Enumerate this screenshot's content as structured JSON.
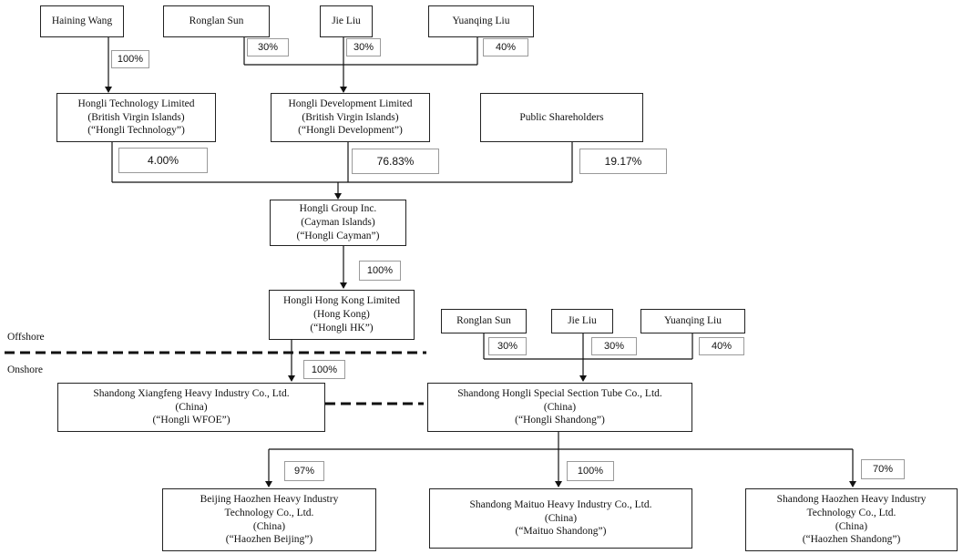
{
  "entities": {
    "haining_wang": "Haining Wang",
    "ronglan_sun_top": "Ronglan Sun",
    "jie_liu_top": "Jie Liu",
    "yuanqing_liu_top": "Yuanqing Liu",
    "hongli_technology": "Hongli Technology Limited\n(British Virgin Islands)\n(“Hongli Technology”)",
    "hongli_development": "Hongli Development Limited\n(British Virgin Islands)\n(“Hongli Development”)",
    "public_shareholders": "Public Shareholders",
    "hongli_cayman": "Hongli Group Inc.\n(Cayman Islands)\n(“Hongli Cayman”)",
    "hongli_hk": "Hongli Hong Kong Limited\n(Hong Kong)\n(“Hongli HK”)",
    "ronglan_sun_mid": "Ronglan Sun",
    "jie_liu_mid": "Jie Liu",
    "yuanqing_liu_mid": "Yuanqing Liu",
    "hongli_wfoe": "Shandong Xiangfeng Heavy Industry Co., Ltd.\n(China)\n(“Hongli WFOE”)",
    "hongli_shandong": "Shandong Hongli Special Section Tube Co., Ltd.\n(China)\n(“Hongli Shandong”)",
    "haozhen_beijing": "Beijing Haozhen Heavy Industry\nTechnology Co., Ltd.\n(China)\n(“Haozhen Beijing”)",
    "maituo_shandong": "Shandong Maituo Heavy Industry Co., Ltd.\n(China)\n(“Maituo Shandong”)",
    "haozhen_shandong": "Shandong Haozhen Heavy Industry\nTechnology Co., Ltd.\n(China)\n(“Haozhen Shandong”)"
  },
  "percentages": {
    "haining_to_technology": "100%",
    "ronglan_to_development": "30%",
    "jie_to_development": "30%",
    "yuanqing_to_development": "40%",
    "technology_to_cayman": "4.00%",
    "development_to_cayman": "76.83%",
    "public_to_cayman": "19.17%",
    "cayman_to_hk": "100%",
    "hk_to_wfoe": "100%",
    "ronglan_to_shandong": "30%",
    "jie_to_shandong": "30%",
    "yuanqing_to_shandong": "40%",
    "shandong_to_beijing": "97%",
    "shandong_to_maituo": "100%",
    "shandong_to_haozhen_shandong": "70%"
  },
  "labels": {
    "offshore": "Offshore",
    "onshore": "Onshore"
  }
}
